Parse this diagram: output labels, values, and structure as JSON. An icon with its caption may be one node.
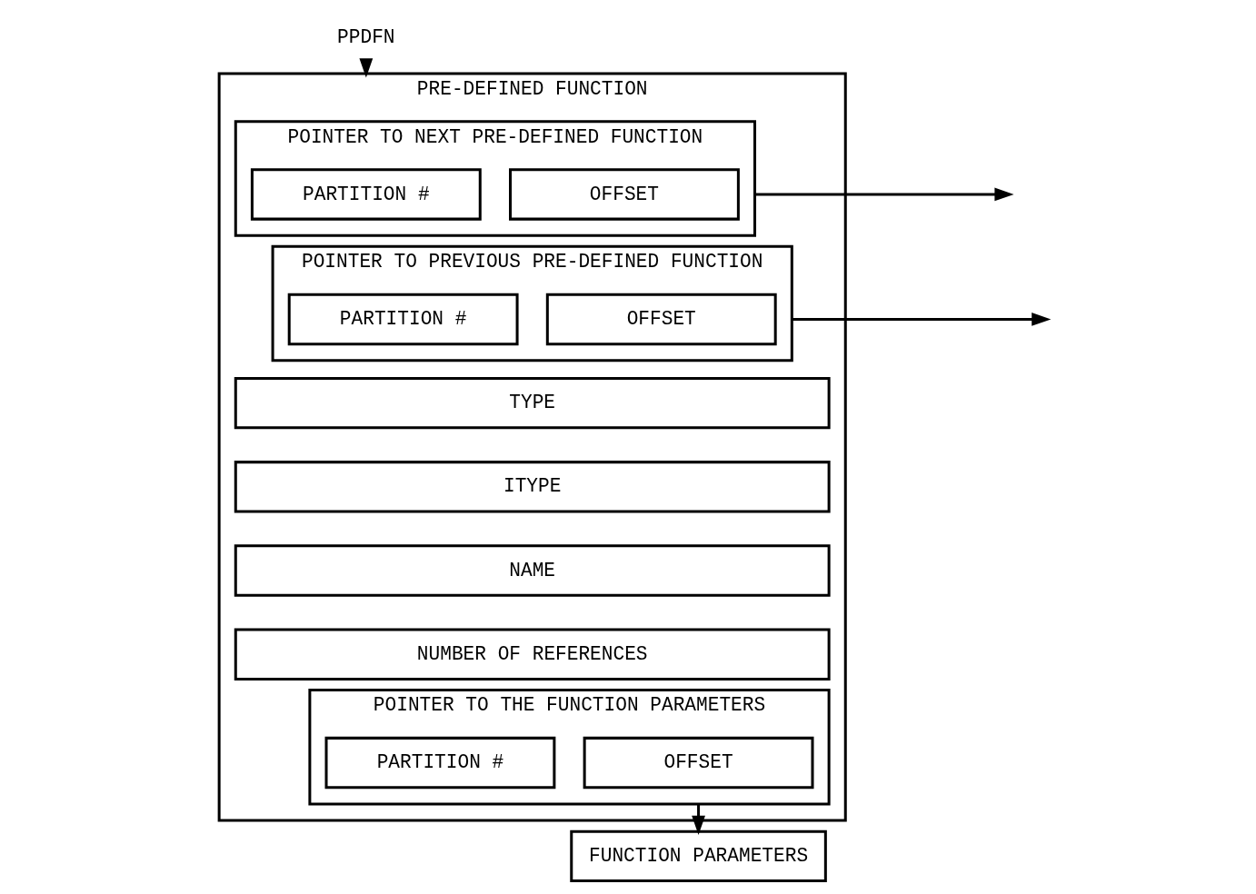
{
  "diagram": {
    "nodes": [
      {
        "text": [
          "PPDFN"
        ]
      },
      {
        "text": [
          "PRE-DEFINED FUNCTION"
        ]
      },
      {
        "text": [
          "POINTER TO NEXT PRE-DEFINED FUNCTION"
        ],
        "in": 1
      },
      {
        "text": [
          "PARTITION #"
        ],
        "in": 2
      },
      {
        "text": [
          "OFFSET"
        ],
        "in": 2
      },
      {
        "text": [
          "POINTER TO PREVIOUS PRE-DEFINED FUNCTION"
        ],
        "in": 1
      },
      {
        "text": [
          "PARTITION #"
        ],
        "in": 5
      },
      {
        "text": [
          "OFFSET"
        ],
        "in": 5
      },
      {
        "text": [
          "TYPE"
        ],
        "in": 1
      },
      {
        "text": [
          "ITYPE"
        ],
        "in": 1
      },
      {
        "text": [
          "NAME"
        ],
        "in": 1
      },
      {
        "text": [
          "NUMBER OF REFERENCES"
        ],
        "in": 1
      },
      {
        "text": [
          "POINTER TO THE FUNCTION PARAMETERS"
        ],
        "in": 1
      },
      {
        "text": [
          "PARTITION #"
        ],
        "in": 12
      },
      {
        "text": [
          "OFFSET"
        ],
        "in": 12
      },
      {
        "text": [
          "FUNCTION PARAMETERS"
        ]
      }
    ],
    "edges": [
      {
        "from": 0,
        "to": 1,
        "arrow": "to"
      },
      {
        "from": 2,
        "to": null,
        "arrow": "to"
      },
      {
        "from": 5,
        "to": null,
        "arrow": "to"
      },
      {
        "from": 12,
        "to": 15,
        "arrow": "to"
      }
    ]
  }
}
